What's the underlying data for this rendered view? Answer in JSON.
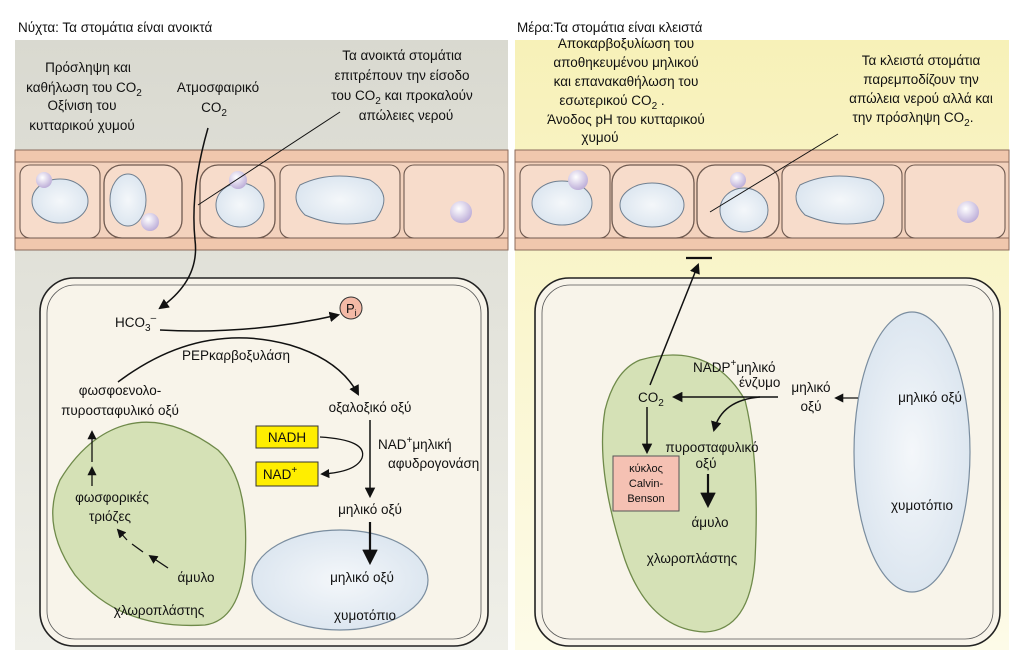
{
  "night": {
    "title": "Νύχτα: Τα στομάτια είναι ανοικτά",
    "uptake_lines": [
      "Πρόσληψη και",
      "καθήλωση του CO",
      "Οξίνιση του",
      "κυτταρικού χυμού"
    ],
    "uptake_sub": "2",
    "atm_co2": [
      "Ατμοσφαιρικό",
      "CO"
    ],
    "atm_co2_sub": "2",
    "open_note": [
      "Τα ανοικτά στομάτια",
      "επιτρέπουν την είσοδο",
      "του CO",
      " και προκαλούν",
      "απώλειες νερού"
    ],
    "open_note_sub": "2",
    "hco3": "HCO",
    "hco3_sub": "3",
    "hco3_sup": "–",
    "pi": "P",
    "pi_sub": "i",
    "pep_carboxylase": "PEPκαρβοξυλάση",
    "pep": [
      "φωσφοενολο-",
      "πυροσταφυλικό οξύ"
    ],
    "oxaloacetate": "οξαλοξικό οξύ",
    "nadh": "NADH",
    "nad": "NAD",
    "nad_sup": "+",
    "malate_dh": [
      "NAD",
      "μηλική",
      "αφυδρογονάση"
    ],
    "malate_dh_sup": "+",
    "malic_acid": "μηλικό οξύ",
    "malic_acid_vacuole": "μηλικό οξύ",
    "vacuole": "χυμοτόπιο",
    "triose": [
      "φωσφορικές",
      "τριόζες"
    ],
    "starch": "άμυλο",
    "chloroplast": "χλωροπλάστης"
  },
  "day": {
    "title": "Μέρα:Τα στομάτια είναι κλειστά",
    "decarb_lines": [
      "Αποκαρβοξυλίωση του",
      "αποθηκευμένου μηλικού",
      "και επανακαθήλωση του",
      "εσωτερικού CO",
      "Άνοδος pH του κυτταρικού",
      "χυμού"
    ],
    "decarb_sub": "2",
    "decarb_tail": " .",
    "closed_note": [
      "Τα κλειστά στομάτια",
      "παρεμποδίζουν την",
      "απώλεια νερού αλλά και",
      "την πρόσληψη CO",
      "."
    ],
    "closed_note_sub": "2",
    "co2": "CO",
    "co2_sub": "2",
    "nadp_enzyme": [
      "NADP",
      "μηλικό",
      "ένζυμο"
    ],
    "nadp_sup": "+",
    "malic_acid_cyto": [
      "μηλικό",
      "οξύ"
    ],
    "malic_acid_vacuole": "μηλικό οξύ",
    "pyruvate": [
      "πυροσταφυλικό",
      "οξύ"
    ],
    "calvin": [
      "κύκλος",
      "Calvin-",
      "Benson"
    ],
    "starch": "άμυλο",
    "chloroplast": "χλωροπλάστης",
    "vacuole": "χυμοτόπιο"
  },
  "colors": {
    "night_sky": "#e7e7df",
    "day_sky": "#fbf8d3",
    "cell_fill": "#f8f4ea",
    "cell_wall": "#f6d7c2",
    "chloroplast": "#d4dfb4",
    "vacuole": "#e6eef5",
    "nadh_box": "#ffee00",
    "calvin_box": "#f5c1b3"
  }
}
